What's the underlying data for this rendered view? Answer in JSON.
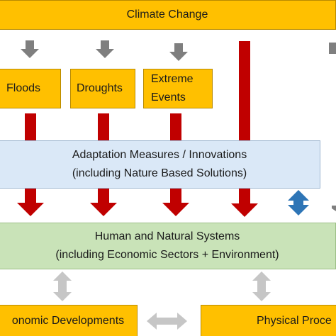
{
  "colors": {
    "impact_box": "#ffc000",
    "adaptation_box": "#dae8f7",
    "systems_box": "#c9e3b8",
    "impact_arrow": "#c00000",
    "driver_arrow": "#7f7f7f",
    "feedback_arrow": "#c6c6c6",
    "exchange_arrow": "#2e75b6"
  },
  "climate_change": {
    "label": "Climate Change"
  },
  "impacts": [
    {
      "label": "Floods"
    },
    {
      "label": "Droughts"
    },
    {
      "label_line1": "Extreme",
      "label_line2": "Events"
    }
  ],
  "adaptation": {
    "line1": "Adaptation Measures / Innovations",
    "line2": "(including Nature Based Solutions)"
  },
  "systems": {
    "line1": "Human and Natural Systems",
    "line2": "(including Economic Sectors  +  Environment)"
  },
  "bottom": {
    "left_label": "onomic Developments",
    "right_label": "Physical Proce"
  }
}
